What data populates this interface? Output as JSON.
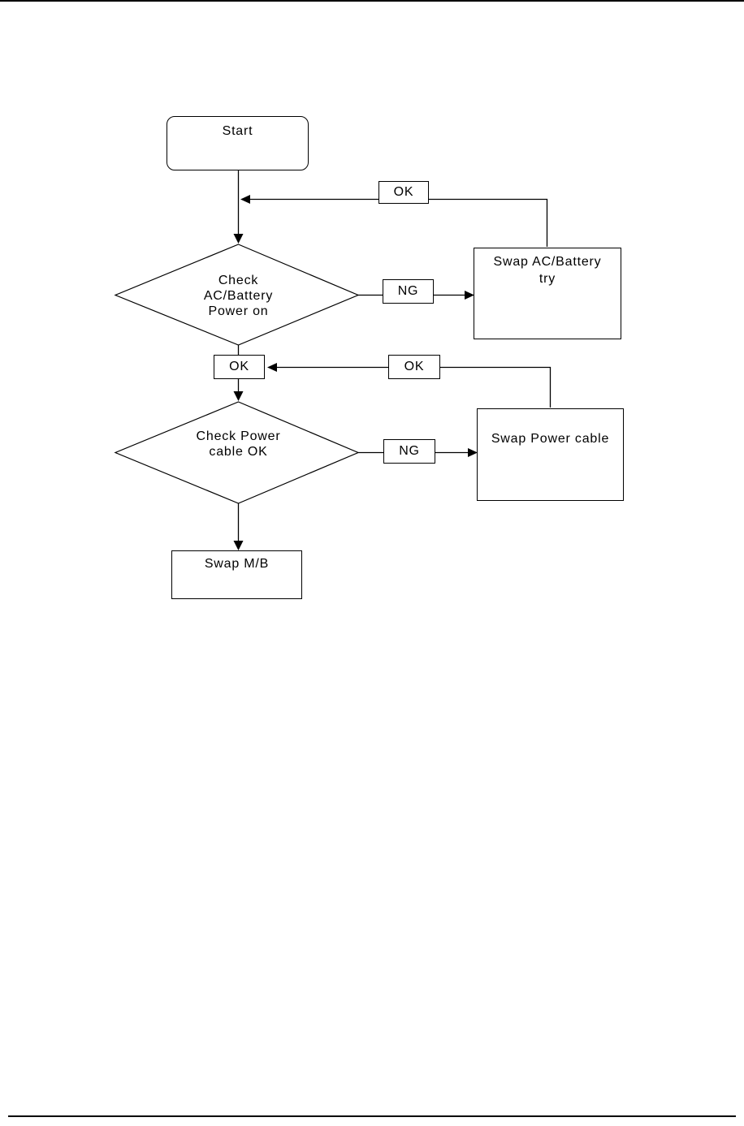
{
  "page": {
    "colors": {
      "line": "#000000",
      "background": "#ffffff",
      "text": "#000000"
    }
  },
  "flowchart": {
    "start": {
      "label": "Start"
    },
    "decision_ac_battery": {
      "lines": [
        "Check",
        "AC/Battery",
        "Power on"
      ]
    },
    "decision_power_cable": {
      "lines": [
        "Check Power",
        "cable OK"
      ]
    },
    "action_swap_ac_battery": {
      "lines": [
        "Swap AC/Battery",
        "try"
      ]
    },
    "action_swap_power_cable": {
      "label": "Swap Power cable"
    },
    "action_swap_mb": {
      "label": "Swap M/B"
    },
    "labels": {
      "ok_feedback_top": "OK",
      "ok_decision1": "OK",
      "ok_feedback_mid": "OK",
      "ng_decision1": "NG",
      "ng_decision2": "NG"
    }
  }
}
